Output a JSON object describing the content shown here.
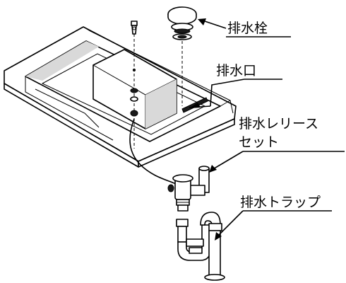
{
  "labels": {
    "drain_plug": "排水栓",
    "drain_outlet": "排水口",
    "drain_release_set_line1": "排水レリース",
    "drain_release_set_line2": "セット",
    "drain_trap": "排水トラップ"
  }
}
